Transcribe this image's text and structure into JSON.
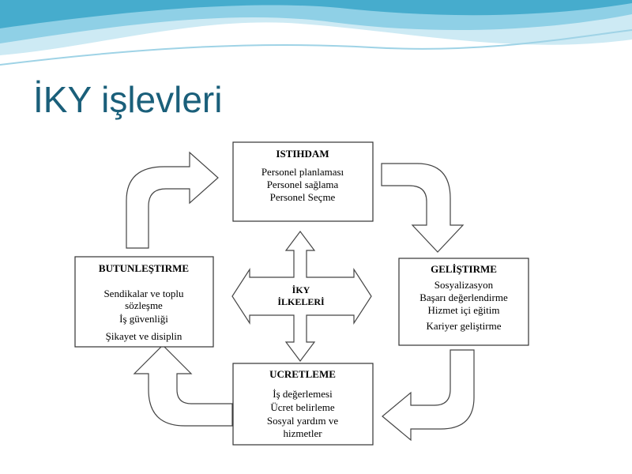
{
  "slide": {
    "title": "İKY işlevleri",
    "colors": {
      "title": "#1a5f7a",
      "wave_light": "#cdeaf4",
      "wave_mid": "#8fd0e6",
      "wave_dark": "#3aa6c8"
    }
  },
  "diagram": {
    "center": {
      "lines": [
        "İKY",
        "İLKELERİ"
      ]
    },
    "boxes": {
      "istihdam": {
        "title": "ISTIHDAM",
        "items": [
          "Personel planlaması",
          "Personel sağlama",
          "Personel Seçme"
        ]
      },
      "gelistirme": {
        "title": "GELİŞTIRME",
        "items": [
          "Sosyalizasyon",
          "Başarı değerlendirme",
          "Hizmet içi eğitim",
          "Kariyer geliştirme"
        ]
      },
      "ucretleme": {
        "title": "UCRETLEME",
        "items": [
          "İş değerlemesi",
          "Ücret belirleme",
          "Sosyal yardım ve",
          "hizmetler"
        ]
      },
      "butunlestirme": {
        "title": "BUTUNLEŞTIRME",
        "items": [
          "Sendikalar ve toplu",
          "sözleşme",
          "İş güvenliği",
          "Şikayet ve disiplin"
        ]
      }
    }
  }
}
